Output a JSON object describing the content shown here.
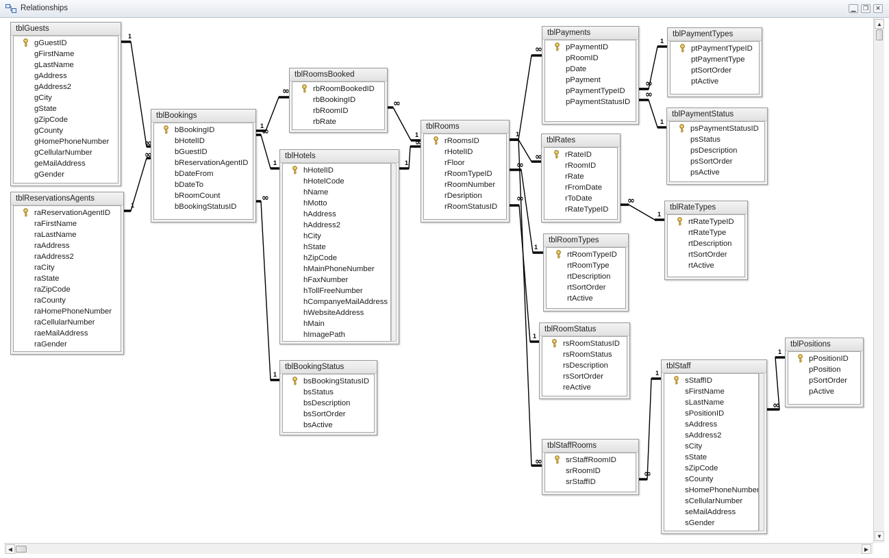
{
  "window": {
    "title": "Relationships",
    "icon": "relationships-icon",
    "controls": [
      "minimize-icon",
      "restore-icon",
      "close-icon"
    ]
  },
  "tables": [
    {
      "id": "tblGuests",
      "title": "tblGuests",
      "fields": [
        "gGuestID",
        "gFirstName",
        "gLastName",
        "gAddress",
        "gAddress2",
        "gCity",
        "gState",
        "gZipCode",
        "gCounty",
        "gHomePhoneNumber",
        "gCellularNumber",
        "geMailAddress",
        "gGender"
      ],
      "keys": [
        "gGuestID"
      ]
    },
    {
      "id": "tblReservationsAgents",
      "title": "tblReservationsAgents",
      "fields": [
        "raReservationAgentID",
        "raFirstName",
        "raLastName",
        "raAddress",
        "raAddress2",
        "raCity",
        "raState",
        "raZipCode",
        "raCounty",
        "raHomePhoneNumber",
        "raCellularNumber",
        "raeMailAddress",
        "raGender"
      ],
      "keys": [
        "raReservationAgentID"
      ]
    },
    {
      "id": "tblBookings",
      "title": "tblBookings",
      "fields": [
        "bBookingID",
        "bHotelID",
        "bGuestID",
        "bReservationAgentID",
        "bDateFrom",
        "bDateTo",
        "bRoomCount",
        "bBookingStatusID"
      ],
      "keys": [
        "bBookingID"
      ]
    },
    {
      "id": "tblRoomsBooked",
      "title": "tblRoomsBooked",
      "fields": [
        "rbRoomBookedID",
        "rbBookingID",
        "rbRoomID",
        "rbRate"
      ],
      "keys": [
        "rbRoomBookedID"
      ]
    },
    {
      "id": "tblHotels",
      "title": "tblHotels",
      "fields": [
        "hHotelID",
        "hHotelCode",
        "hName",
        "hMotto",
        "hAddress",
        "hAddress2",
        "hCity",
        "hState",
        "hZipCode",
        "hMainPhoneNumber",
        "hFaxNumber",
        "hTollFreeNumber",
        "hCompanyeMailAddress",
        "hWebsiteAddress",
        "hMain",
        "hImagePath"
      ],
      "keys": [
        "hHotelID"
      ]
    },
    {
      "id": "tblBookingStatus",
      "title": "tblBookingStatus",
      "fields": [
        "bsBookingStatusID",
        "bsStatus",
        "bsDescription",
        "bsSortOrder",
        "bsActive"
      ],
      "keys": [
        "bsBookingStatusID"
      ]
    },
    {
      "id": "tblRooms",
      "title": "tblRooms",
      "fields": [
        "rRoomsID",
        "rHotelID",
        "rFloor",
        "rRoomTypeID",
        "rRoomNumber",
        "rDesription",
        "rRoomStatusID"
      ],
      "keys": [
        "rRoomsID"
      ]
    },
    {
      "id": "tblPayments",
      "title": "tblPayments",
      "fields": [
        "pPaymentID",
        "pRoomID",
        "pDate",
        "pPayment",
        "pPaymentTypeID",
        "pPaymentStatusID"
      ],
      "keys": [
        "pPaymentID"
      ]
    },
    {
      "id": "tblPaymentTypes",
      "title": "tblPaymentTypes",
      "fields": [
        "ptPaymentTypeID",
        "ptPaymentType",
        "ptSortOrder",
        "ptActive"
      ],
      "keys": [
        "ptPaymentTypeID"
      ]
    },
    {
      "id": "tblPaymentStatus",
      "title": "tblPaymentStatus",
      "fields": [
        "psPaymentStatusID",
        "psStatus",
        "psDescription",
        "psSortOrder",
        "psActive"
      ],
      "keys": [
        "psPaymentStatusID"
      ]
    },
    {
      "id": "tblRates",
      "title": "tblRates",
      "fields": [
        "rRateID",
        "rRoomID",
        "rRate",
        "rFromDate",
        "rToDate",
        "rRateTypeID"
      ],
      "keys": [
        "rRateID"
      ]
    },
    {
      "id": "tblRateTypes",
      "title": "tblRateTypes",
      "fields": [
        "rtRateTypeID",
        "rtRateType",
        "rtDescription",
        "rtSortOrder",
        "rtActive"
      ],
      "keys": [
        "rtRateTypeID"
      ]
    },
    {
      "id": "tblRoomTypes",
      "title": "tblRoomTypes",
      "fields": [
        "rtRoomTypeID",
        "rtRoomType",
        "rtDescription",
        "rtSortOrder",
        "rtActive"
      ],
      "keys": [
        "rtRoomTypeID"
      ]
    },
    {
      "id": "tblRoomStatus",
      "title": "tblRoomStatus",
      "fields": [
        "rsRoomStatusID",
        "rsRoomStatus",
        "rsDescription",
        "rsSortOrder",
        "reActive"
      ],
      "keys": [
        "rsRoomStatusID"
      ]
    },
    {
      "id": "tblStaffRooms",
      "title": "tblStaffRooms",
      "fields": [
        "srStaffRoomID",
        "srRoomID",
        "srStaffID"
      ],
      "keys": [
        "srStaffRoomID"
      ]
    },
    {
      "id": "tblStaff",
      "title": "tblStaff",
      "fields": [
        "sStaffID",
        "sFirstName",
        "sLastName",
        "sPositionID",
        "sAddress",
        "sAddress2",
        "sCity",
        "sState",
        "sZipCode",
        "sCounty",
        "sHomePhoneNumber",
        "sCellularNumber",
        "seMailAddress",
        "sGender"
      ],
      "keys": [
        "sStaffID"
      ]
    },
    {
      "id": "tblPositions",
      "title": "tblPositions",
      "fields": [
        "pPositionID",
        "pPosition",
        "pSortOrder",
        "pActive"
      ],
      "keys": [
        "pPositionID"
      ]
    }
  ],
  "relationships": [
    {
      "from": "tblGuests",
      "to": "tblBookings",
      "one": "1",
      "many": "∞"
    },
    {
      "from": "tblReservationsAgents",
      "to": "tblBookings",
      "one": "1",
      "many": "∞"
    },
    {
      "from": "tblBookings",
      "to": "tblRoomsBooked",
      "one": "1",
      "many": "∞"
    },
    {
      "from": "tblHotels",
      "to": "tblBookings",
      "one": "1",
      "many": "∞"
    },
    {
      "from": "tblBookingStatus",
      "to": "tblBookings",
      "one": "1",
      "many": "∞"
    },
    {
      "from": "tblRooms",
      "to": "tblRoomsBooked",
      "one": "1",
      "many": "∞"
    },
    {
      "from": "tblHotels",
      "to": "tblRooms",
      "one": "1",
      "many": "∞"
    },
    {
      "from": "tblRooms",
      "to": "tblPayments",
      "one": "1",
      "many": "∞"
    },
    {
      "from": "tblRooms",
      "to": "tblRates",
      "one": "1",
      "many": "∞"
    },
    {
      "from": "tblPaymentTypes",
      "to": "tblPayments",
      "one": "1",
      "many": "∞"
    },
    {
      "from": "tblPaymentStatus",
      "to": "tblPayments",
      "one": "1",
      "many": "∞"
    },
    {
      "from": "tblRateTypes",
      "to": "tblRates",
      "one": "1",
      "many": "∞"
    },
    {
      "from": "tblRoomTypes",
      "to": "tblRooms",
      "one": "1",
      "many": "∞"
    },
    {
      "from": "tblRoomStatus",
      "to": "tblRooms",
      "one": "1",
      "many": "∞"
    },
    {
      "from": "tblRooms",
      "to": "tblStaffRooms",
      "one": "1",
      "many": "∞"
    },
    {
      "from": "tblStaff",
      "to": "tblStaffRooms",
      "one": "1",
      "many": "∞"
    },
    {
      "from": "tblPositions",
      "to": "tblStaff",
      "one": "1",
      "many": "∞"
    }
  ],
  "scrollbars": {
    "vertical": "vertical-scrollbar",
    "horizontal": "horizontal-scrollbar"
  }
}
